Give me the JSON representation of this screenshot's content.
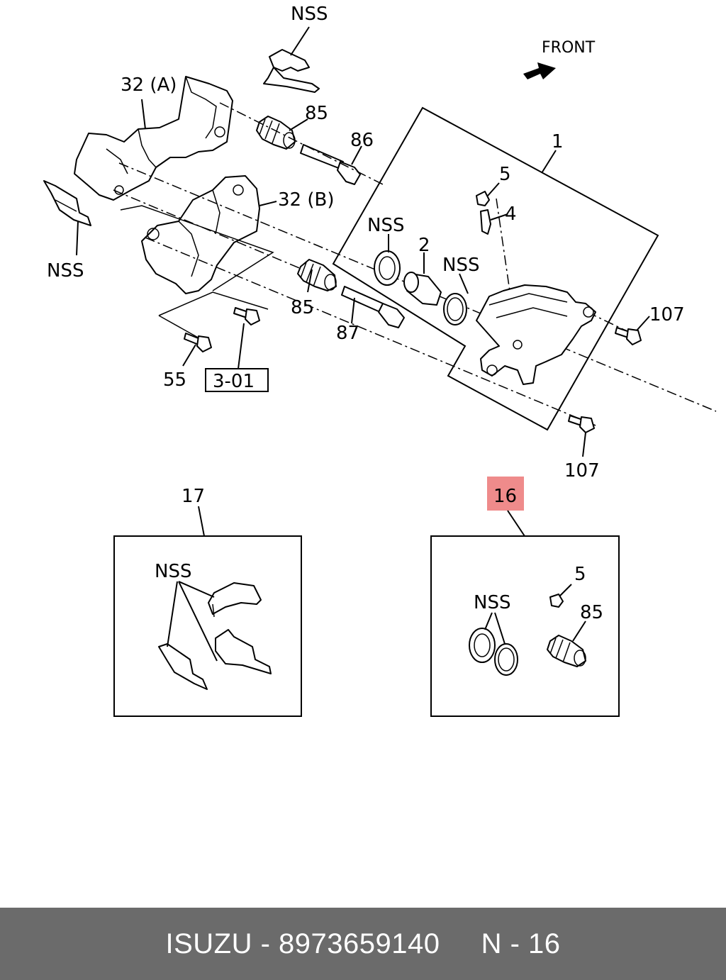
{
  "diagram": {
    "labels": {
      "nss_top": "NSS",
      "front": "FRONT",
      "label_32a": "32 (A)",
      "label_85_top": "85",
      "label_86": "86",
      "label_1": "1",
      "label_5": "5",
      "label_4": "4",
      "label_nss_left": "NSS",
      "label_32b": "32 (B)",
      "label_nss_seal": "NSS",
      "label_2": "2",
      "label_nss_ring": "NSS",
      "label_107_right": "107",
      "label_85_bottom": "85",
      "label_87": "87",
      "label_55": "55",
      "label_3_01": "3-01",
      "label_107_bottom": "107",
      "label_17": "17",
      "label_16": "16",
      "kit17_nss": "NSS",
      "kit16_nss": "NSS",
      "kit16_5": "5",
      "kit16_85": "85"
    },
    "highlight_color": "#ef8b8b"
  },
  "footer": {
    "brand": "ISUZU",
    "separator1": " - ",
    "part_number": "8973659140",
    "gap": "     ",
    "position_code": "N - 16"
  }
}
